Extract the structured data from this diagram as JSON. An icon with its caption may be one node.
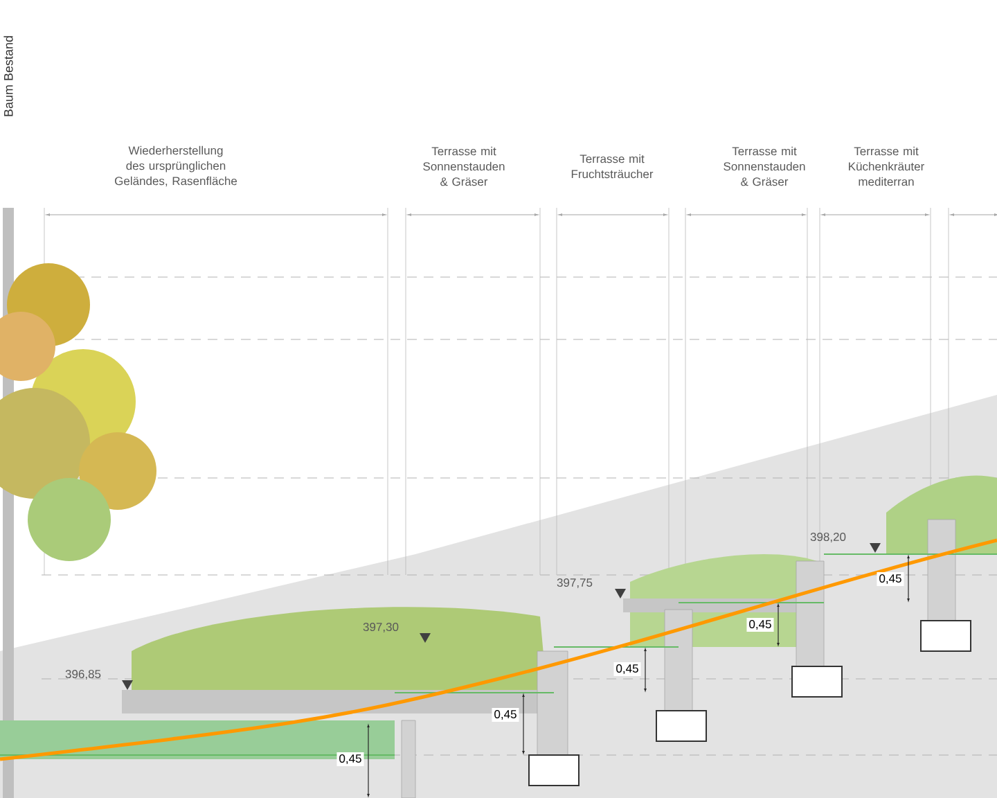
{
  "diagram": {
    "labels": [
      "Baum Bestand",
      "Wiederherstellung des ursprünglichen Geländes, Rasenfläche",
      "Terrasse mit Sonnenstauden & Gräser",
      "Terrasse mit Fruchtsträucher",
      "Terrasse mit Sonnenstauden & Gräser",
      "Terrasse mit Küchenkräuter mediterran",
      "398,20",
      "0,45",
      "397,75",
      "0,45",
      "397,30",
      "0,45",
      "396,85",
      "0,45",
      "0,45"
    ]
  }
}
